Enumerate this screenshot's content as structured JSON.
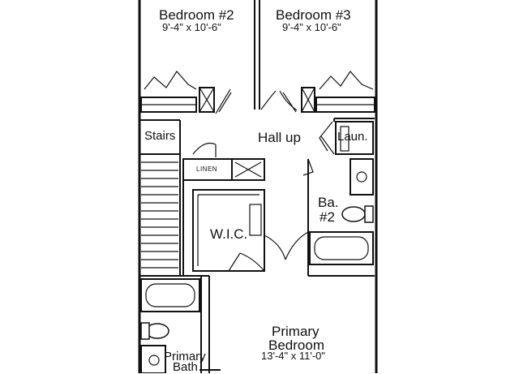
{
  "rooms": {
    "bedroom2": {
      "name": "Bedroom #2",
      "dims": "9'-4\" x 10'-6\""
    },
    "bedroom3": {
      "name": "Bedroom #3",
      "dims": "9'-4\" x 10'-6\""
    },
    "stairs": {
      "name": "Stairs"
    },
    "hall": {
      "name": "Hall up"
    },
    "laundry": {
      "name": "Laun."
    },
    "linen": {
      "name": "LINEN"
    },
    "bath2": {
      "line1": "Ba.",
      "line2": "#2"
    },
    "wic": {
      "name": "W.I.C."
    },
    "primary_bedroom": {
      "line1": "Primary",
      "line2": "Bedroom",
      "dims": "13'-4\" x 11'-0\""
    },
    "primary_bath": {
      "line1": "Primary",
      "line2": "Bath"
    }
  }
}
